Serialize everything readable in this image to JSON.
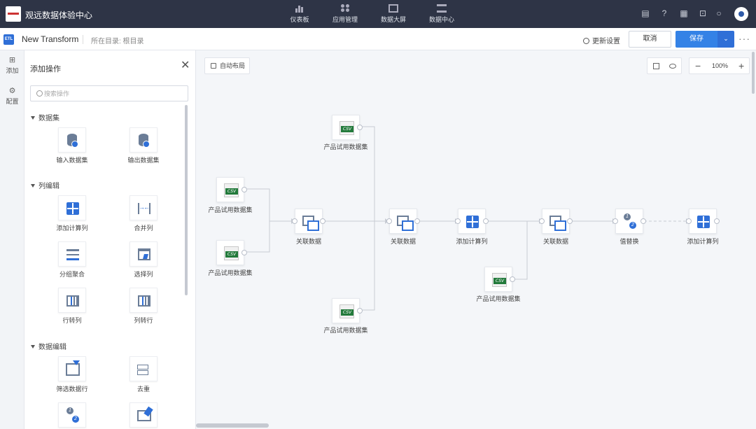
{
  "app": {
    "title": "观远数据体验中心"
  },
  "topnav": [
    {
      "label": "仪表板",
      "icon": "dashboard-icon"
    },
    {
      "label": "应用管理",
      "icon": "apps-icon"
    },
    {
      "label": "数据大屏",
      "icon": "screen-icon"
    },
    {
      "label": "数据中心",
      "icon": "database-icon"
    }
  ],
  "topbar_icons": [
    "notification-icon",
    "help-icon",
    "grid-menu-icon",
    "inbox-icon",
    "search-icon",
    "user-avatar"
  ],
  "header": {
    "badge": "ETL",
    "title": "New Transform",
    "directory": "所在目录: 根目录",
    "update_label": "更新设置",
    "cancel_label": "取消",
    "save_label": "保存"
  },
  "rail": {
    "add_label": "添加",
    "config_label": "配置"
  },
  "panel": {
    "title": "添加操作",
    "search_placeholder": "搜索操作",
    "sections": [
      {
        "title": "数据集",
        "items": [
          {
            "label": "输入数据集",
            "icon": "input-dataset-icon"
          },
          {
            "label": "输出数据集",
            "icon": "output-dataset-icon"
          }
        ]
      },
      {
        "title": "列编辑",
        "items": [
          {
            "label": "添加计算列",
            "icon": "calc-column-icon"
          },
          {
            "label": "合并列",
            "icon": "merge-columns-icon"
          },
          {
            "label": "分组聚合",
            "icon": "group-aggregate-icon"
          },
          {
            "label": "选择列",
            "icon": "select-columns-icon"
          },
          {
            "label": "行转列",
            "icon": "rows-to-columns-icon"
          },
          {
            "label": "列转行",
            "icon": "columns-to-rows-icon"
          }
        ]
      },
      {
        "title": "数据编辑",
        "items": [
          {
            "label": "筛选数据行",
            "icon": "filter-rows-icon"
          },
          {
            "label": "去重",
            "icon": "dedupe-icon"
          },
          {
            "label": "",
            "icon": "value-replace-icon"
          },
          {
            "label": "",
            "icon": "null-clean-icon"
          }
        ]
      }
    ]
  },
  "canvas": {
    "auto_layout_label": "自动布局",
    "zoom": "100%",
    "nodes": {
      "csv_1": "产品试用数据集",
      "csv_2": "产品试用数据集",
      "csv_top": "产品试用数据集",
      "csv_bottom": "产品试用数据集",
      "csv_lower": "产品试用数据集",
      "join_1": "关联数据",
      "join_2": "关联数据",
      "calc_1": "添加计算列",
      "join_3": "关联数据",
      "replace": "值替换",
      "calc_2": "添加计算列"
    }
  },
  "colors": {
    "topbar": "#2e3446",
    "accent": "#3482e6",
    "csv_green": "#237a3b"
  }
}
